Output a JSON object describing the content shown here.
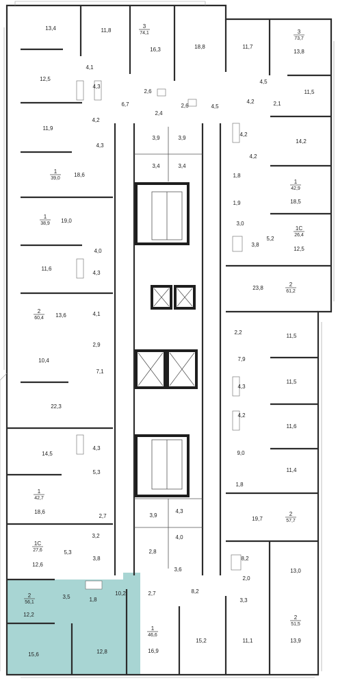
{
  "highlight_color": "#a8d5d3",
  "rooms": [
    {
      "id": "r134",
      "text": "13,4"
    },
    {
      "id": "r118a",
      "text": "11,8"
    },
    {
      "id": "r163",
      "text": "16,3"
    },
    {
      "id": "r188",
      "text": "18,8"
    },
    {
      "id": "r117",
      "text": "11,7"
    },
    {
      "id": "r138",
      "text": "13,8"
    },
    {
      "id": "r41a",
      "text": "4,1"
    },
    {
      "id": "r125",
      "text": "12,5"
    },
    {
      "id": "r43a",
      "text": "4,3"
    },
    {
      "id": "r26a",
      "text": "2,6"
    },
    {
      "id": "r67",
      "text": "6,7"
    },
    {
      "id": "r26b",
      "text": "2,6"
    },
    {
      "id": "r45a",
      "text": "4,5"
    },
    {
      "id": "r45b",
      "text": "4,5"
    },
    {
      "id": "r115a",
      "text": "11,5"
    },
    {
      "id": "r42a",
      "text": "4,2"
    },
    {
      "id": "r24",
      "text": "2,4"
    },
    {
      "id": "r42b",
      "text": "4,2"
    },
    {
      "id": "r21",
      "text": "2,1"
    },
    {
      "id": "r119",
      "text": "11,9"
    },
    {
      "id": "r39a",
      "text": "3,9"
    },
    {
      "id": "r39b",
      "text": "3,9"
    },
    {
      "id": "r42c",
      "text": "4,2"
    },
    {
      "id": "r142",
      "text": "14,2"
    },
    {
      "id": "r43b",
      "text": "4,3"
    },
    {
      "id": "r34a",
      "text": "3,4"
    },
    {
      "id": "r34b",
      "text": "3,4"
    },
    {
      "id": "r42d",
      "text": "4,2"
    },
    {
      "id": "r186",
      "text": "18,6"
    },
    {
      "id": "r18a",
      "text": "1,8"
    },
    {
      "id": "r185",
      "text": "18,5"
    },
    {
      "id": "r19",
      "text": "1,9"
    },
    {
      "id": "r190",
      "text": "19,0"
    },
    {
      "id": "r30",
      "text": "3,0"
    },
    {
      "id": "r52",
      "text": "5,2"
    },
    {
      "id": "r38a",
      "text": "3,8"
    },
    {
      "id": "r125b",
      "text": "12,5"
    },
    {
      "id": "r40a",
      "text": "4,0"
    },
    {
      "id": "r116a",
      "text": "11,6"
    },
    {
      "id": "r43c",
      "text": "4,3"
    },
    {
      "id": "r238",
      "text": "23,8"
    },
    {
      "id": "r41b",
      "text": "4,1"
    },
    {
      "id": "r136",
      "text": "13,6"
    },
    {
      "id": "r22",
      "text": "2,2"
    },
    {
      "id": "r29",
      "text": "2,9"
    },
    {
      "id": "r115b",
      "text": "11,5"
    },
    {
      "id": "r104",
      "text": "10,4"
    },
    {
      "id": "r79",
      "text": "7,9"
    },
    {
      "id": "r71",
      "text": "7,1"
    },
    {
      "id": "r115c",
      "text": "11,5"
    },
    {
      "id": "r43d",
      "text": "4,3"
    },
    {
      "id": "r223",
      "text": "22,3"
    },
    {
      "id": "r42e",
      "text": "4,2"
    },
    {
      "id": "r116b",
      "text": "11,6"
    },
    {
      "id": "r43e",
      "text": "4,3"
    },
    {
      "id": "r145",
      "text": "14,5"
    },
    {
      "id": "r90",
      "text": "9,0"
    },
    {
      "id": "r114",
      "text": "11,4"
    },
    {
      "id": "r53a",
      "text": "5,3"
    },
    {
      "id": "r18b",
      "text": "1,8"
    },
    {
      "id": "r186b",
      "text": "18,6"
    },
    {
      "id": "r27a",
      "text": "2,7"
    },
    {
      "id": "r197",
      "text": "19,7"
    },
    {
      "id": "r39c",
      "text": "3,9"
    },
    {
      "id": "r43f",
      "text": "4,3"
    },
    {
      "id": "r32",
      "text": "3,2"
    },
    {
      "id": "r40b",
      "text": "4,0"
    },
    {
      "id": "r53b",
      "text": "5,3"
    },
    {
      "id": "r126",
      "text": "12,6"
    },
    {
      "id": "r38b",
      "text": "3,8"
    },
    {
      "id": "r28",
      "text": "2,8"
    },
    {
      "id": "r36",
      "text": "3,6"
    },
    {
      "id": "r82a",
      "text": "8,2"
    },
    {
      "id": "r130",
      "text": "13,0"
    },
    {
      "id": "r20",
      "text": "2,0"
    },
    {
      "id": "r35",
      "text": "3,5"
    },
    {
      "id": "r18c",
      "text": "1,8"
    },
    {
      "id": "r102",
      "text": "10,2"
    },
    {
      "id": "r27b",
      "text": "2,7"
    },
    {
      "id": "r82b",
      "text": "8,2"
    },
    {
      "id": "r33",
      "text": "3,3"
    },
    {
      "id": "r122",
      "text": "12,2"
    },
    {
      "id": "r111",
      "text": "11,1"
    },
    {
      "id": "r156",
      "text": "15,6"
    },
    {
      "id": "r128",
      "text": "12,8"
    },
    {
      "id": "r169",
      "text": "16,9"
    },
    {
      "id": "r152",
      "text": "15,2"
    },
    {
      "id": "r139",
      "text": "13,9"
    }
  ],
  "apartments": [
    {
      "id": "a1",
      "rooms": "3",
      "area": "74,1"
    },
    {
      "id": "a2",
      "rooms": "3",
      "area": "73,7"
    },
    {
      "id": "a3",
      "rooms": "1",
      "area": "39,0"
    },
    {
      "id": "a4",
      "rooms": "1",
      "area": "42,9"
    },
    {
      "id": "a5",
      "rooms": "1",
      "area": "38,9"
    },
    {
      "id": "a6",
      "rooms": "1С",
      "area": "26,4"
    },
    {
      "id": "a7",
      "rooms": "2",
      "area": "61,2"
    },
    {
      "id": "a8",
      "rooms": "2",
      "area": "60,4"
    },
    {
      "id": "a9",
      "rooms": "1",
      "area": "42,7"
    },
    {
      "id": "a10",
      "rooms": "2",
      "area": "57,7"
    },
    {
      "id": "a11",
      "rooms": "1С",
      "area": "27,6"
    },
    {
      "id": "a12",
      "rooms": "2",
      "area": "56,1"
    },
    {
      "id": "a13",
      "rooms": "1",
      "area": "46,6"
    },
    {
      "id": "a14",
      "rooms": "2",
      "area": "51,5"
    }
  ]
}
